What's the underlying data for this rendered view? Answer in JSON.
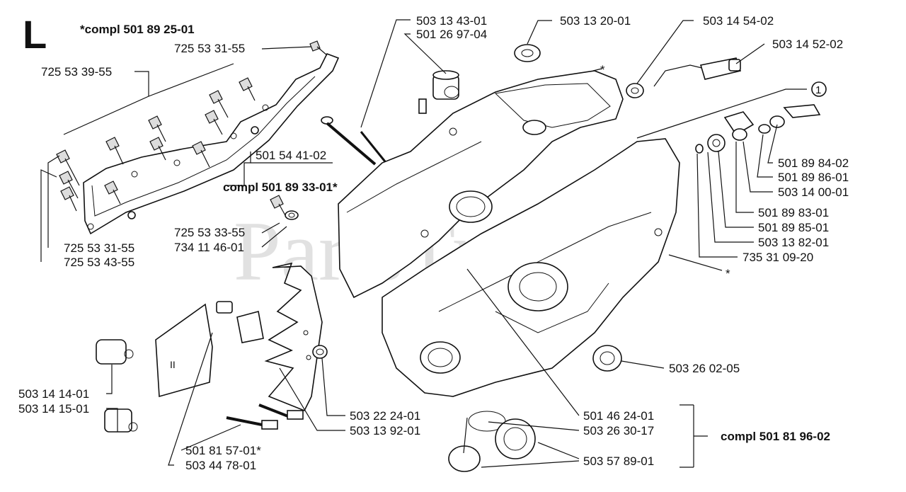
{
  "section_letter": "L",
  "watermark": "PartsTree",
  "compl_labels": {
    "top": "*compl 501 89 25-01",
    "middle": "compl 501 89 33-01*",
    "right": "compl 501 81 96-02"
  },
  "callout_number": "1",
  "asterisks": [
    "*",
    "*"
  ],
  "part_numbers": {
    "p725533155_top": "725 53 31-55",
    "p725533955": "725 53 39-55",
    "p501544102": "501 54 41-02",
    "p725533355": "725 53 33-55",
    "p734114601": "734 11 46-01",
    "p725533155_bottom": "725 53 31-55",
    "p725534355": "725 53 43-55",
    "p503134301": "503 13 43-01",
    "p501269704": "501 26 97-04",
    "p503132001": "503 13 20-01",
    "p503145402": "503 14 54-02",
    "p503145202": "503 14 52-02",
    "p501898402": "501 89 84-02",
    "p501898601": "501 89 86-01",
    "p503140001": "503 14 00-01",
    "p501898301": "501 89 83-01",
    "p501898501": "501 89 85-01",
    "p503138201": "503 13 82-01",
    "p735310920": "735 31 09-20",
    "p503260205": "503 26 02-05",
    "p501462401": "501 46 24-01",
    "p503263017": "503 26 30-17",
    "p503578901": "503 57 89-01",
    "p503222401": "503 22 24-01",
    "p503139201": "503 13 92-01",
    "p503141401": "503 14 14-01",
    "p503141501": "503 14 15-01",
    "p501815701": "501 81 57-01*",
    "p503447801": "503 44 78-01"
  }
}
